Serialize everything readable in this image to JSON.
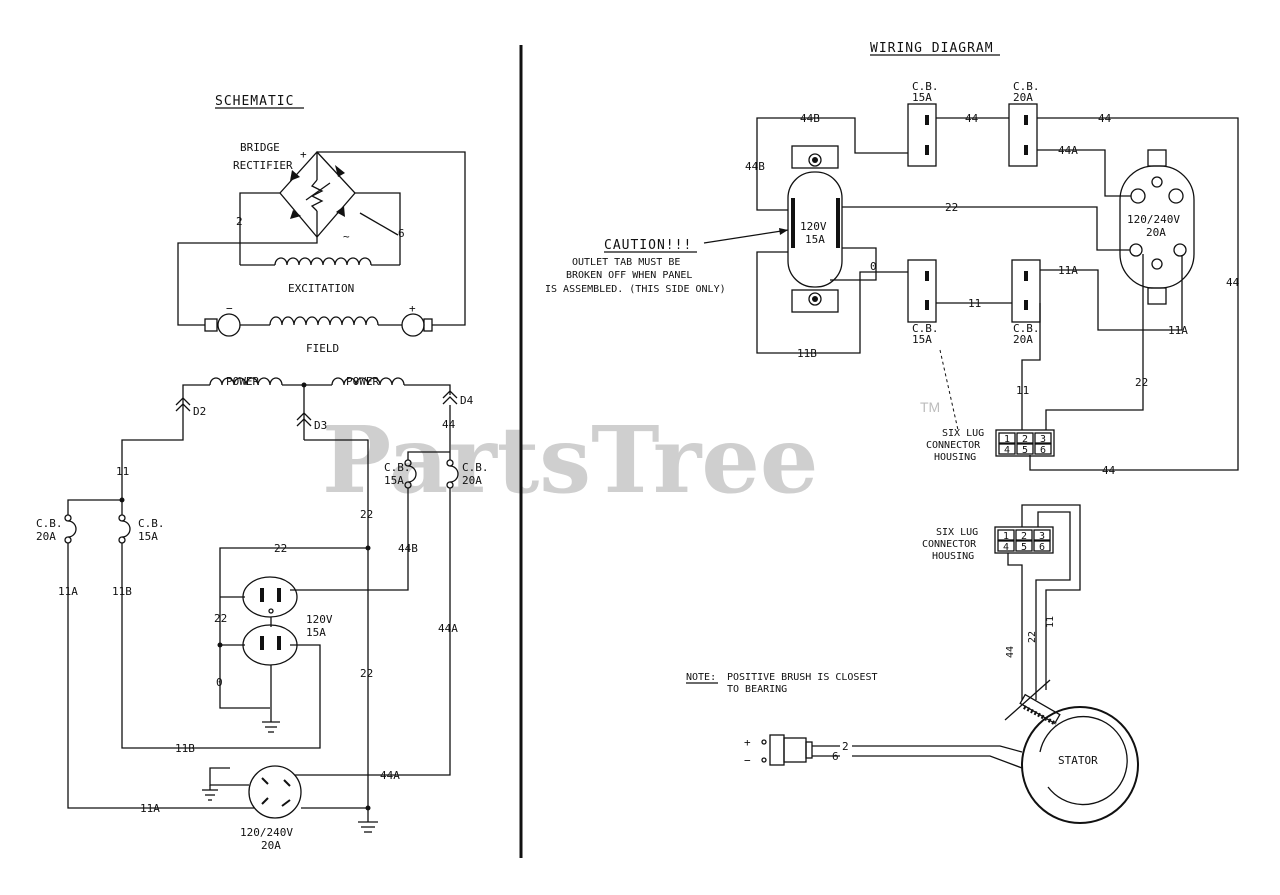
{
  "watermark": {
    "text": "PartsTree",
    "tm": "TM"
  },
  "schematic": {
    "title": "SCHEMATIC",
    "bridge_line1": "BRIDGE",
    "bridge_line2": "RECTIFIER",
    "plus": "+",
    "minus": "−",
    "tilde": "~",
    "excitation": "EXCITATION",
    "field": "FIELD",
    "power1": "POWER",
    "power2": "POWER",
    "d2": "D2",
    "d3": "D3",
    "d4": "D4",
    "w2": "2",
    "w6": "6",
    "w11": "11",
    "w11a_top": "11A",
    "w11b_top": "11B",
    "w11b_bottom": "11B",
    "w11a_bottom": "11A",
    "w22_vert": "22",
    "w22_horiz": "22",
    "w22_left": "22",
    "w22_low": "22",
    "w0": "0",
    "w44": "44",
    "w44b": "44B",
    "w44a_vert": "44A",
    "w44a_horiz": "44A",
    "cb20_l": "C.B.",
    "cb20_l2": "20A",
    "cb15_l": "C.B.",
    "cb15_l2": "15A",
    "cb15_r": "C.B.",
    "cb15_r2": "15A",
    "cb20_r": "C.B.",
    "cb20_r2": "20A",
    "outlet120": "120V",
    "outlet120b": "15A",
    "outlet240": "120/240V",
    "outlet240b": "20A"
  },
  "wiring": {
    "title": "WIRING DIAGRAM",
    "cb15_top": "C.B.",
    "cb15_top2": "15A",
    "cb20_top": "C.B.",
    "cb20_top2": "20A",
    "cb15_bot": "C.B.",
    "cb15_bot2": "15A",
    "cb20_bot": "C.B.",
    "cb20_bot2": "20A",
    "w44_a": "44",
    "w44_b": "44",
    "w44_right": "44",
    "w44_bottom": "44",
    "w44_stator": "44",
    "w44b_top": "44B",
    "w44b_side": "44B",
    "w44a": "44A",
    "w22": "22",
    "w22_down": "22",
    "w22_stator": "22",
    "w0": "0",
    "w11": "11",
    "w11_down": "11",
    "w11_stator": "11",
    "w11a_top": "11A",
    "w11a_bot": "11A",
    "w11b": "11B",
    "w2": "2",
    "w6": "6",
    "outlet120": "120V",
    "outlet120b": "15A",
    "outlet240": "120/240V",
    "outlet240b": "20A",
    "caution_title": "CAUTION!!!",
    "caution1": "OUTLET TAB MUST BE",
    "caution2": "BROKEN OFF WHEN PANEL",
    "caution3": "IS ASSEMBLED. (THIS SIDE ONLY)",
    "lug1_1": "SIX LUG",
    "lug1_2": "CONNECTOR",
    "lug1_3": "HOUSING",
    "lug2_1": "SIX LUG",
    "lug2_2": "CONNECTOR",
    "lug2_3": "HOUSING",
    "lug_n1": "1",
    "lug_n2": "2",
    "lug_n3": "3",
    "lug_n4": "4",
    "lug_n5": "5",
    "lug_n6": "6",
    "note_label": "NOTE:",
    "note1": "POSITIVE BRUSH IS CLOSEST",
    "note2": "TO BEARING",
    "stator": "STATOR",
    "brush_plus": "+",
    "brush_minus": "−"
  }
}
